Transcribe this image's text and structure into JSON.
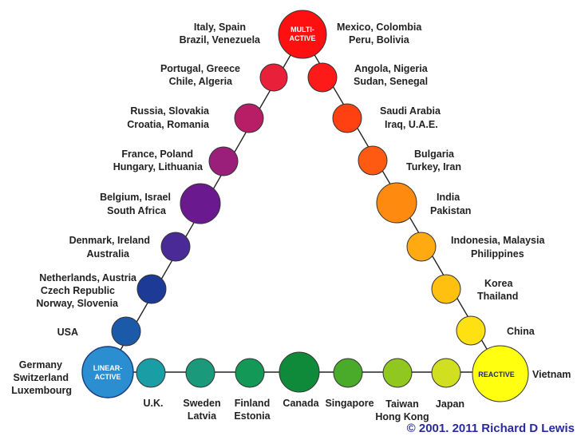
{
  "hubs": {
    "multi_active": [
      "MULTI-",
      "ACTIVE"
    ],
    "linear_active": [
      "LINEAR-",
      "ACTIVE"
    ],
    "reactive": [
      "REACTIVE"
    ]
  },
  "nodes": {
    "italy_spain": {
      "lines": [
        "Italy, Spain",
        "Brazil, Venezuela"
      ],
      "color": "#e8203a"
    },
    "mexico": {
      "lines": [
        "Mexico, Colombia",
        "Peru, Bolivia"
      ],
      "color": "#ff1a1a"
    },
    "portugal": {
      "lines": [
        "Portugal, Greece",
        "Chile, Algeria"
      ],
      "color": "#d4144a"
    },
    "angola": {
      "lines": [
        "Angola, Nigeria",
        "Sudan, Senegal"
      ],
      "color": "#ff2a10"
    },
    "russia": {
      "lines": [
        "Russia, Slovakia",
        "Croatia, Romania"
      ],
      "color": "#b81e66"
    },
    "saudi": {
      "lines": [
        "Saudi Arabia",
        "Iraq, U.A.E."
      ],
      "color": "#ff4010"
    },
    "france": {
      "lines": [
        "France, Poland",
        "Hungary, Lithuania"
      ],
      "color": "#9a1f7a"
    },
    "bulgaria": {
      "lines": [
        "Bulgaria",
        "Turkey, Iran"
      ],
      "color": "#ff5a12"
    },
    "belgium": {
      "lines": [
        "Belgium, Israel",
        "South Africa"
      ],
      "color": "#6a1a8e"
    },
    "india": {
      "lines": [
        "India",
        "Pakistan"
      ],
      "color": "#ff8a10"
    },
    "denmark": {
      "lines": [
        "Denmark, Ireland",
        "Australia"
      ],
      "color": "#4a2a96"
    },
    "indonesia": {
      "lines": [
        "Indonesia, Malaysia",
        "Philippines"
      ],
      "color": "#ffaa10"
    },
    "netherlands": {
      "lines": [
        "Netherlands, Austria",
        "Czech Republic",
        "Norway, Slovenia"
      ],
      "color": "#1c3a96"
    },
    "korea": {
      "lines": [
        "Korea",
        "Thailand"
      ],
      "color": "#ffc010"
    },
    "usa": {
      "lines": [
        "USA"
      ],
      "color": "#1a5aa8"
    },
    "china": {
      "lines": [
        "China"
      ],
      "color": "#ffe010"
    },
    "germany": {
      "lines": [
        "Germany",
        "Switzerland",
        "Luxembourg"
      ],
      "color": "#2a86c8"
    },
    "vietnam": {
      "lines": [
        "Vietnam"
      ],
      "color": "#ffff10"
    },
    "uk": {
      "lines": [
        "U.K."
      ],
      "color": "#1a9ea6"
    },
    "sweden": {
      "lines": [
        "Sweden",
        "Latvia"
      ],
      "color": "#1a9a7a"
    },
    "finland": {
      "lines": [
        "Finland",
        "Estonia"
      ],
      "color": "#139858"
    },
    "canada": {
      "lines": [
        "Canada"
      ],
      "color": "#0f8a3a"
    },
    "singapore": {
      "lines": [
        "Singapore"
      ],
      "color": "#4aaa2a"
    },
    "taiwan": {
      "lines": [
        "Taiwan",
        "Hong Kong"
      ],
      "color": "#90c820"
    },
    "japan": {
      "lines": [
        "Japan"
      ],
      "color": "#d0e020"
    }
  },
  "copyright": "© 2001. 2011 Richard D Lewis"
}
